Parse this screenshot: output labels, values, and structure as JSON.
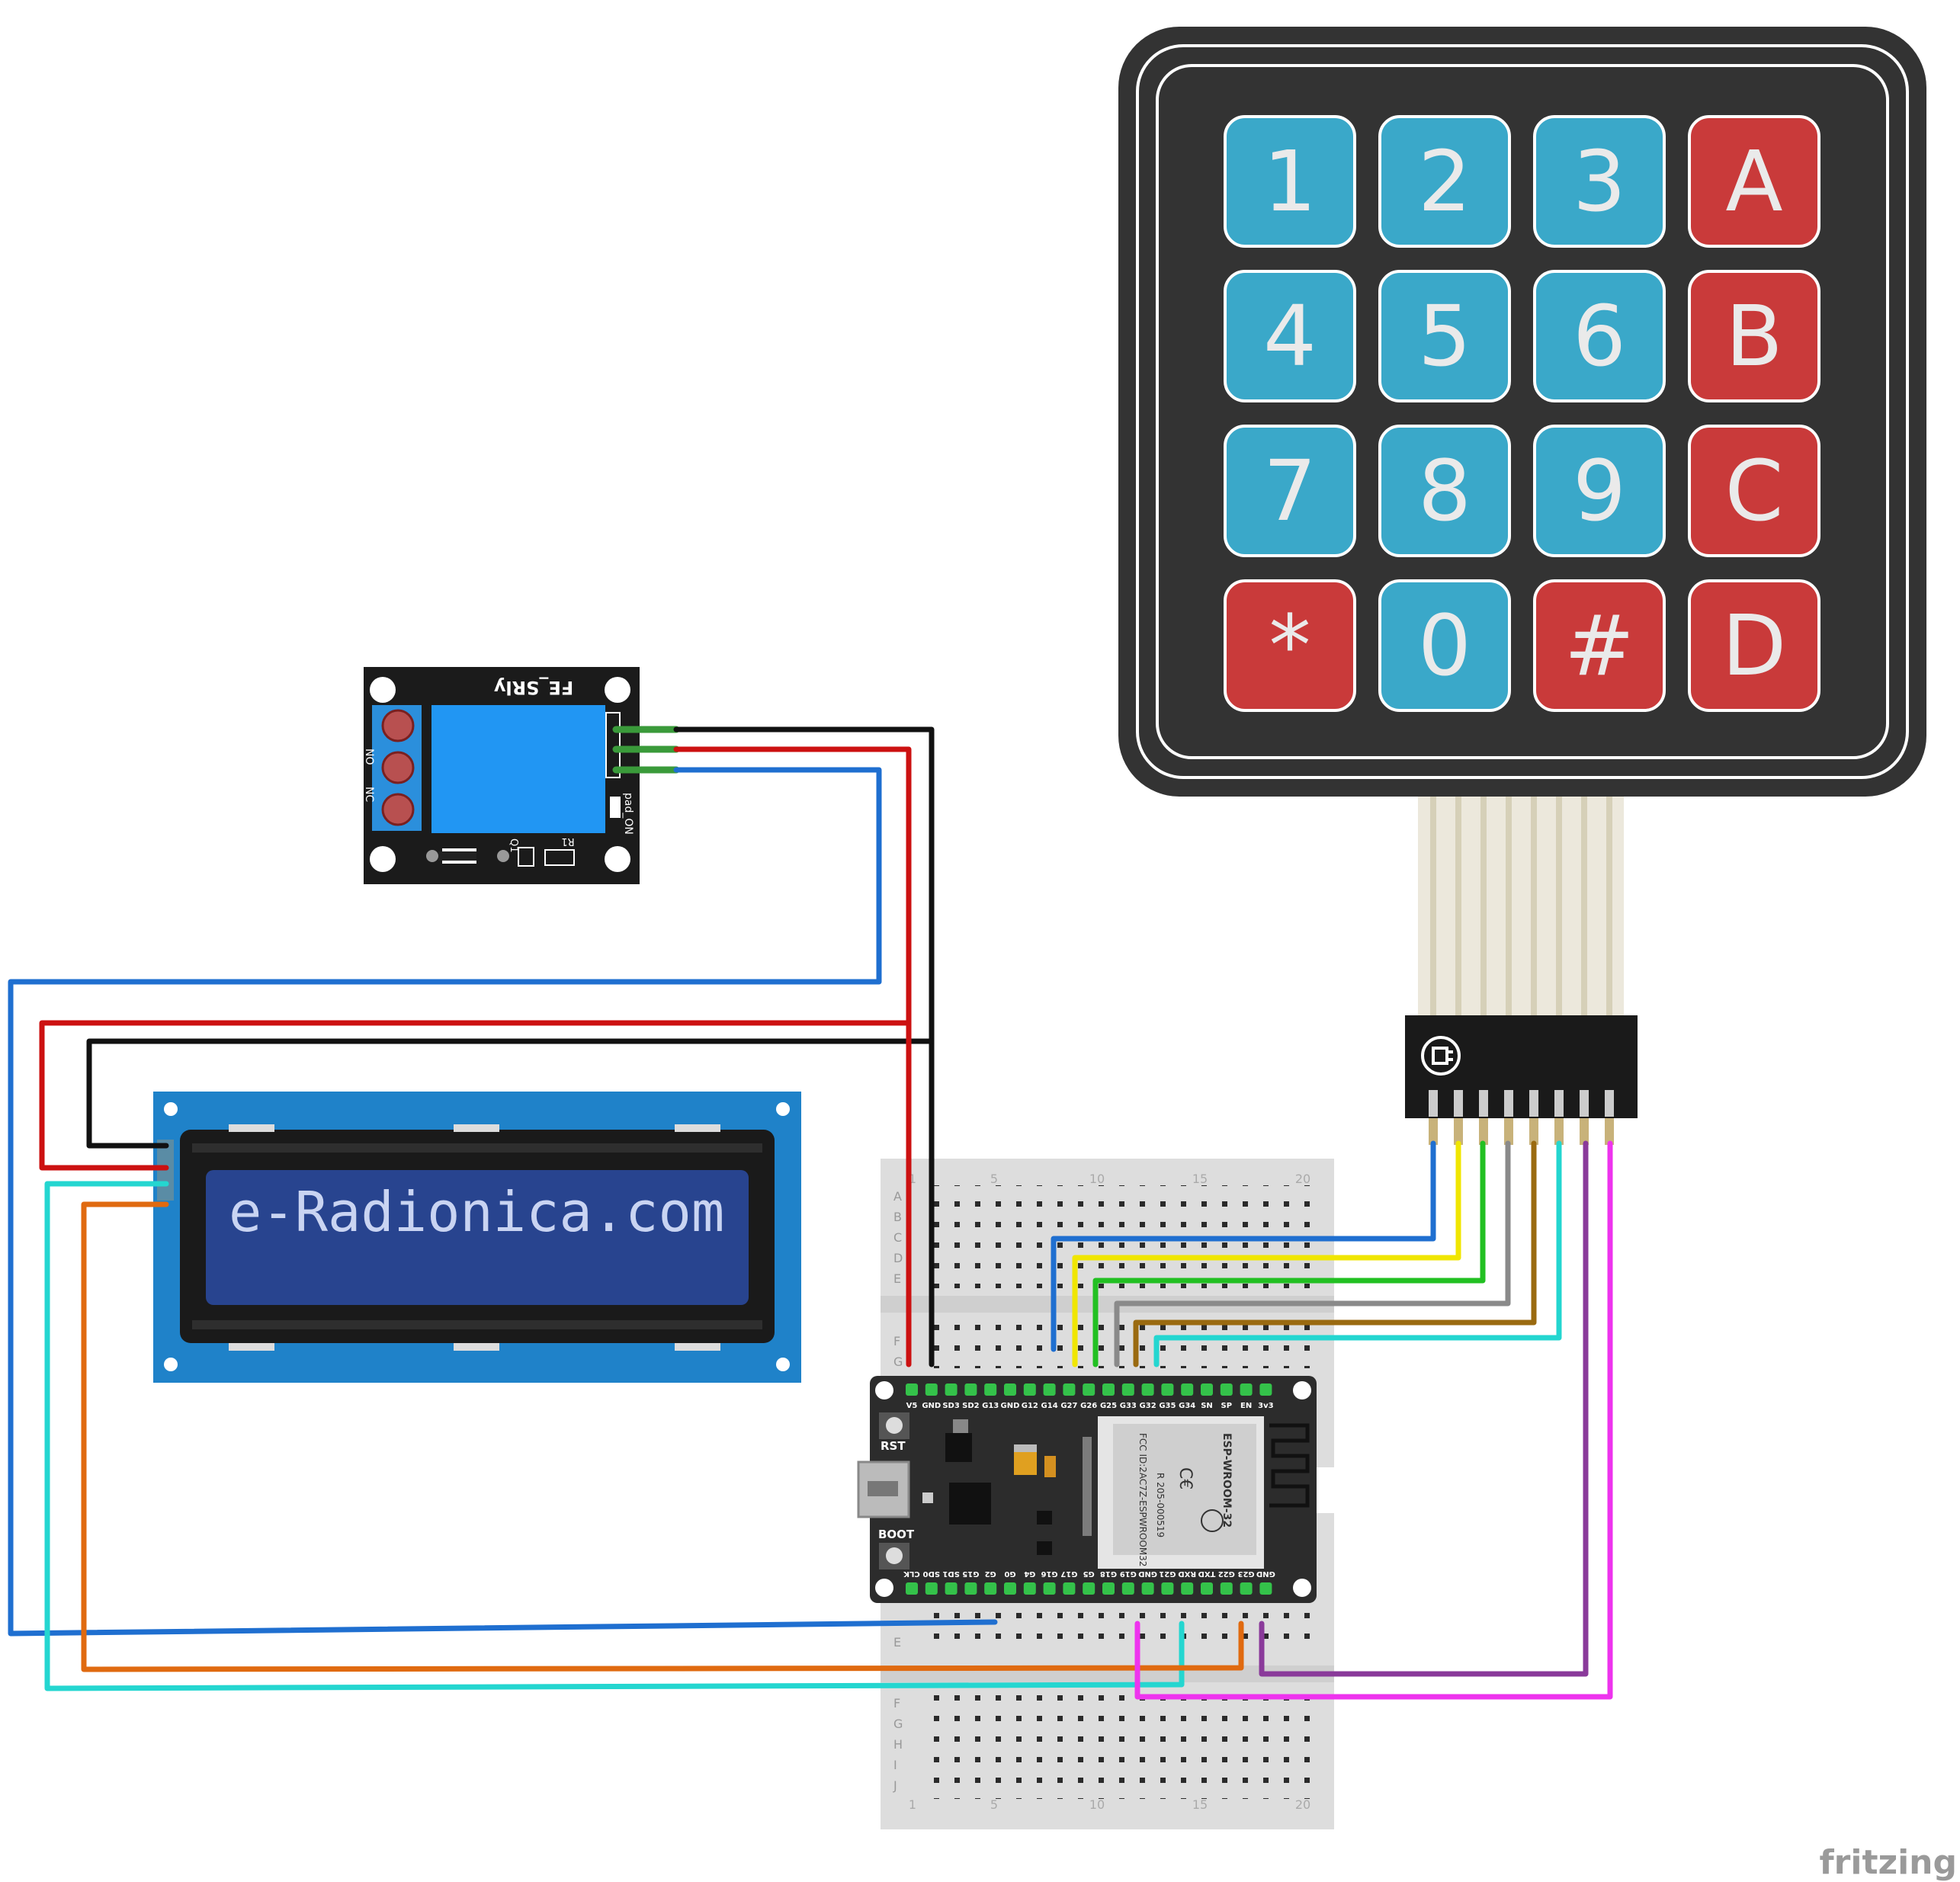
{
  "keypad": {
    "keys": [
      "1",
      "2",
      "3",
      "A",
      "4",
      "5",
      "6",
      "B",
      "7",
      "8",
      "9",
      "C",
      "*",
      "0",
      "#",
      "D"
    ],
    "colors": {
      "numeric": "#3aa8c9",
      "letter": "#c93a3a",
      "body": "#333333"
    }
  },
  "relay": {
    "silkscreen": "FE_SRly",
    "terminals": [
      "NO",
      "NC"
    ],
    "parts": [
      "Q1",
      "R1"
    ],
    "indicator": "pad_ON"
  },
  "lcd": {
    "text": "e-Radionica.com",
    "colors": {
      "frame": "#1f82c9",
      "screen": "#28448f",
      "text": "#c9d4f2"
    }
  },
  "esp32": {
    "module": "ESP-WROOM-32",
    "module_text": [
      "FCC ID:2AC7Z-ESPWROOM32",
      "R 205-000519"
    ],
    "buttons": [
      "RST",
      "BOOT"
    ],
    "top_pins": [
      "V5",
      "GND",
      "SD3",
      "SD2",
      "G13",
      "GND",
      "G12",
      "G14",
      "G27",
      "G26",
      "G25",
      "G33",
      "G32",
      "G35",
      "G34",
      "SN",
      "SP",
      "EN",
      "3v3"
    ],
    "bottom_pins": [
      "CLK",
      "SD0",
      "SD1",
      "G15",
      "G2",
      "G0",
      "G4",
      "G16",
      "G17",
      "G5",
      "G18",
      "G19",
      "GND",
      "G21",
      "RXD",
      "TXD",
      "G22",
      "G23",
      "GND"
    ]
  },
  "breadboard": {
    "rows_top": [
      "A",
      "B",
      "C",
      "D",
      "E",
      "F",
      "G"
    ],
    "rows_bottom": [
      "E",
      "F",
      "G",
      "H",
      "I",
      "J"
    ],
    "column_numbers": [
      "1",
      "5",
      "10",
      "15",
      "20"
    ]
  },
  "wires": {
    "colors": {
      "black": "#111111",
      "red": "#cc1111",
      "blue": "#1f6fd0",
      "cyan": "#24d6d0",
      "orange": "#e06a10",
      "yellow": "#f0e600",
      "green": "#22c022",
      "gray": "#8a8a8a",
      "brown": "#9a6a10",
      "purple": "#8a3a9a",
      "magenta": "#ee33ee"
    }
  },
  "footer": {
    "brand": "fritzing"
  }
}
